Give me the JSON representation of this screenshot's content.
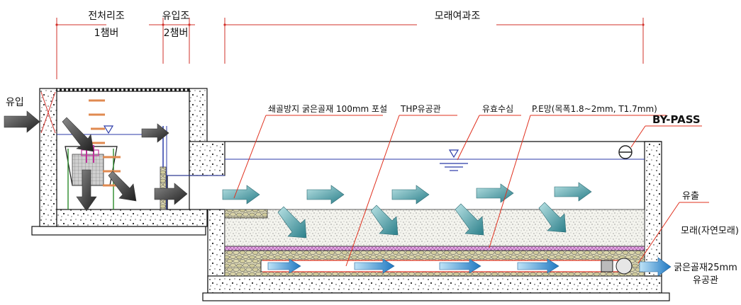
{
  "dimensions": {
    "pretreatment": {
      "line1": "전처리조",
      "line2": "1챔버"
    },
    "inflow_tank": {
      "line1": "유입조",
      "line2": "2챔버"
    },
    "sand_filter": {
      "label": "모래여과조"
    }
  },
  "labels": {
    "inflow": "유입",
    "coarse_gravel_layer": "쇄골방지 굵은골재 100mm 포설",
    "thp_pipe": "THP유공관",
    "effective_depth": "유효수심",
    "pe_mesh": "P.E망(목폭1.8~2mm, T1.7mm)",
    "bypass": "BY-PASS",
    "outflow": "유출",
    "sand": "모래(자연모래)",
    "gravel_pipe_line1": "굵은골재25mm",
    "gravel_pipe_line2": "유공관"
  },
  "colors": {
    "leader_line": "#e0301e",
    "water_line": "#2b3aa8",
    "concrete_fill": "#ffffff",
    "arrow_dark": "#3a3a3a",
    "arrow_teal": "#2f8c96",
    "arrow_blue": "#2f8fd0",
    "arrow_orange": "#e8a06a",
    "gravel": "#d8d2a6",
    "mesh": "#c050c0"
  }
}
